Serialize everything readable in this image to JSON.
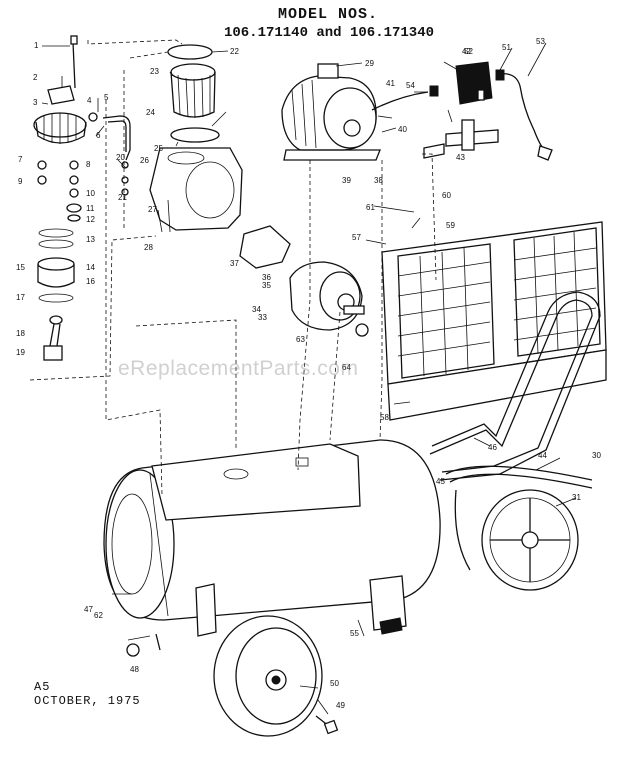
{
  "title": {
    "line1": "MODEL NOS.",
    "line2": "106.171140 and 106.171340"
  },
  "footer": {
    "code": "A5",
    "date": "OCTOBER, 1975"
  },
  "watermark": "eReplacementParts.com",
  "callouts": [
    "1",
    "2",
    "3",
    "4",
    "5",
    "6",
    "7",
    "8",
    "9",
    "10",
    "11",
    "12",
    "13",
    "14",
    "15",
    "16",
    "17",
    "18",
    "19",
    "20",
    "21",
    "22",
    "23",
    "24",
    "25",
    "26",
    "27",
    "28",
    "29",
    "30",
    "31",
    "33",
    "34",
    "35",
    "36",
    "37",
    "38",
    "39",
    "40",
    "41",
    "42",
    "43",
    "44",
    "45",
    "46",
    "47",
    "48",
    "49",
    "50",
    "51",
    "52",
    "53",
    "54",
    "55",
    "57",
    "58",
    "59",
    "60",
    "61",
    "62",
    "63",
    "64"
  ]
}
